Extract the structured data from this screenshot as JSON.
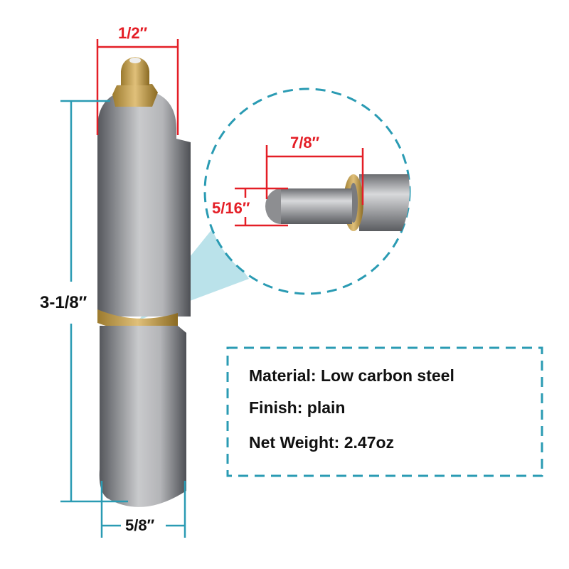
{
  "dimensions": {
    "top_width": "1/2″",
    "overall_length": "3-1/8″",
    "bottom_width": "5/8″",
    "pin_length": "7/8″",
    "pin_diameter": "5/16″"
  },
  "specs": {
    "material": "Material: Low carbon steel",
    "finish": "Finish: plain",
    "net_weight": "Net Weight: 2.47oz"
  },
  "colors": {
    "dimension_red": "#e41e26",
    "dimension_teal": "#2a9bb3",
    "callout_fill": "#a9dbe5",
    "steel": "#8e8f92",
    "brass": "#c9a24a"
  }
}
